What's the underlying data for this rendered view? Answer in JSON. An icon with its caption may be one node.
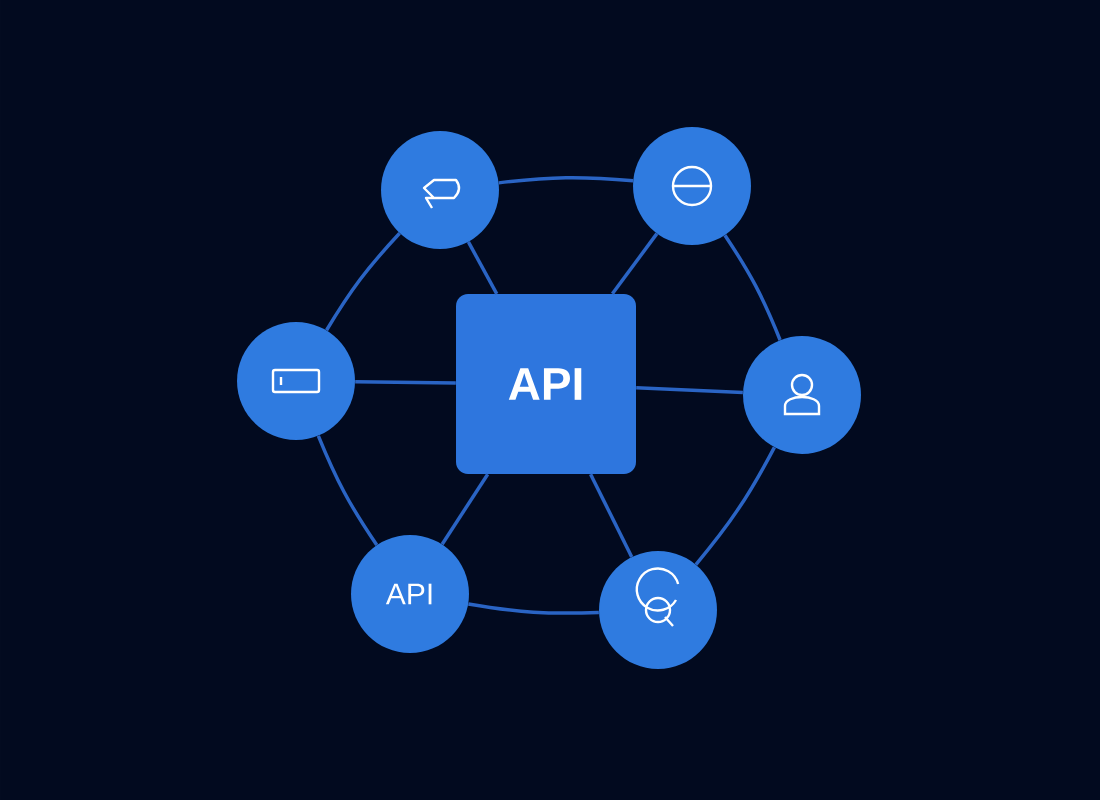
{
  "diagram": {
    "nodes": [
      {
        "text": [
          "API"
        ]
      },
      {
        "text": [],
        "shape": "circle"
      },
      {
        "text": [],
        "shape": "circle"
      },
      {
        "text": [],
        "shape": "circle"
      },
      {
        "text": [],
        "shape": "circle"
      },
      {
        "text": [
          "API"
        ]
      },
      {
        "text": [],
        "shape": "circle"
      }
    ],
    "edges": [
      {
        "from": 0,
        "to": 1,
        "arrow": "none"
      },
      {
        "from": 0,
        "to": 2,
        "arrow": "none"
      },
      {
        "from": 0,
        "to": 3,
        "arrow": "none"
      },
      {
        "from": 0,
        "to": 4,
        "arrow": "none"
      },
      {
        "from": 0,
        "to": 5,
        "arrow": "none"
      },
      {
        "from": 0,
        "to": 6,
        "arrow": "none"
      },
      {
        "from": 1,
        "to": 2,
        "arrow": "none"
      },
      {
        "from": 2,
        "to": 4,
        "arrow": "none"
      },
      {
        "from": 4,
        "to": 6,
        "arrow": "none"
      },
      {
        "from": 6,
        "to": 5,
        "arrow": "none"
      },
      {
        "from": 5,
        "to": 3,
        "arrow": "none"
      },
      {
        "from": 3,
        "to": 1,
        "arrow": "none"
      }
    ]
  }
}
